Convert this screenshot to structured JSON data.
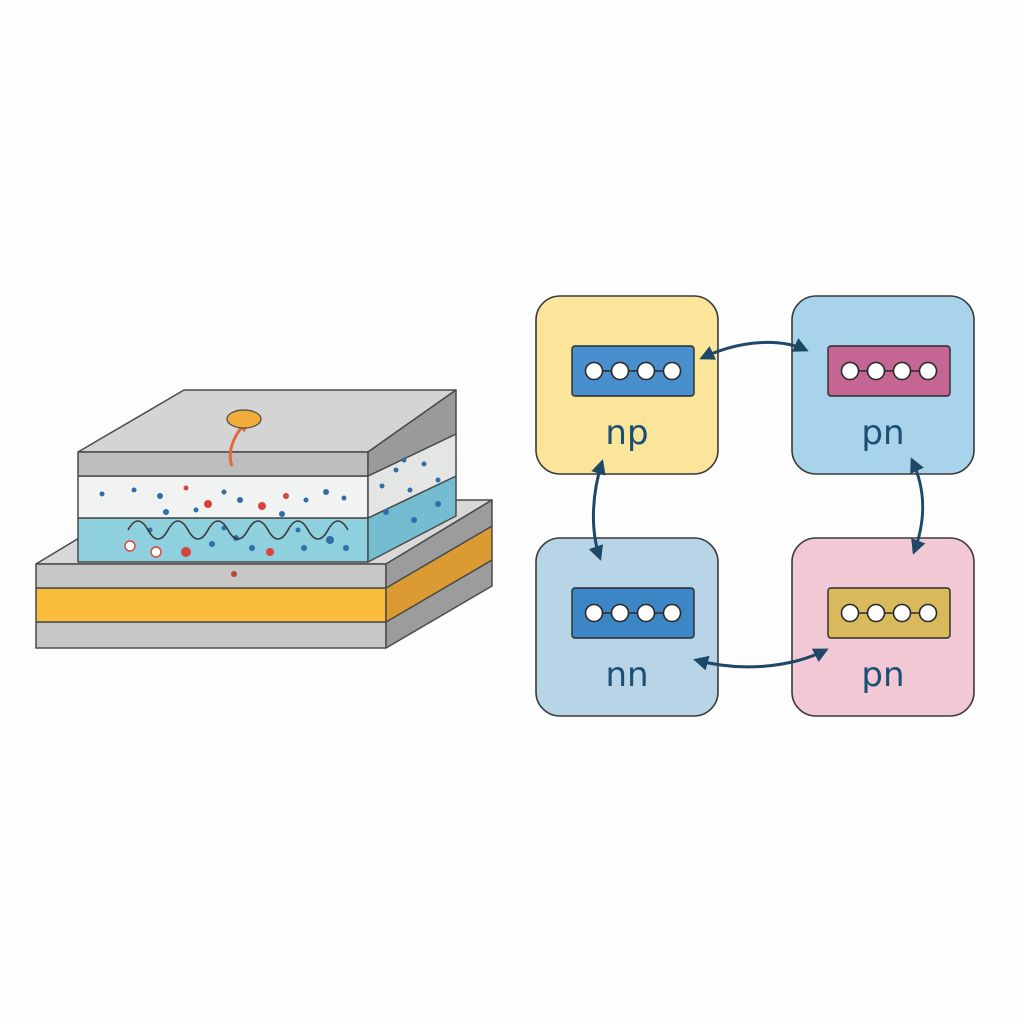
{
  "colors": {
    "background": "#fdfdfd",
    "outline": "#4a4a4a",
    "metal": "#c7c7c7",
    "metal_side": "#9c9c9c",
    "gold_layer": "#fbbd3c",
    "gold_layer_side": "#db9a32",
    "insulator": "#f1f3f3",
    "electrolyte": "#8fd0df",
    "arrow": "#1d4866",
    "particle_red": "#d9443a",
    "particle_blue": "#2f6ea8"
  },
  "states": [
    {
      "label": "np",
      "box_color": "#fbe59a",
      "chip_color": "#4a8fcd"
    },
    {
      "label": "pn",
      "box_color": "#a9d3ea",
      "chip_color": "#c56593"
    },
    {
      "label": "nn",
      "box_color": "#b8d5e8",
      "chip_color": "#3d86c6"
    },
    {
      "label": "pn",
      "box_color": "#f2c8d5",
      "chip_color": "#d8b95c"
    }
  ],
  "chip_dot_count": 4,
  "transitions": [
    {
      "from": 0,
      "to": 1
    },
    {
      "from": 1,
      "to": 3
    },
    {
      "from": 3,
      "to": 2
    },
    {
      "from": 2,
      "to": 0
    }
  ]
}
